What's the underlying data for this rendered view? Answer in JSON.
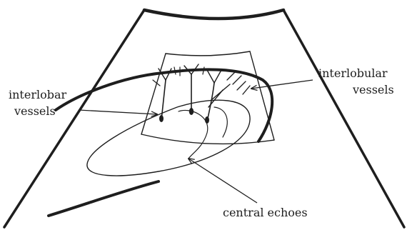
{
  "labels": {
    "interlobar_line1": "interlobar",
    "interlobar_line2": "vessels",
    "interlobular_line1": "interlobular",
    "interlobular_line2": "vessels",
    "central_echoes": "central echoes"
  },
  "colors": {
    "ink": "#1e1e1e",
    "background": "#ffffff"
  }
}
